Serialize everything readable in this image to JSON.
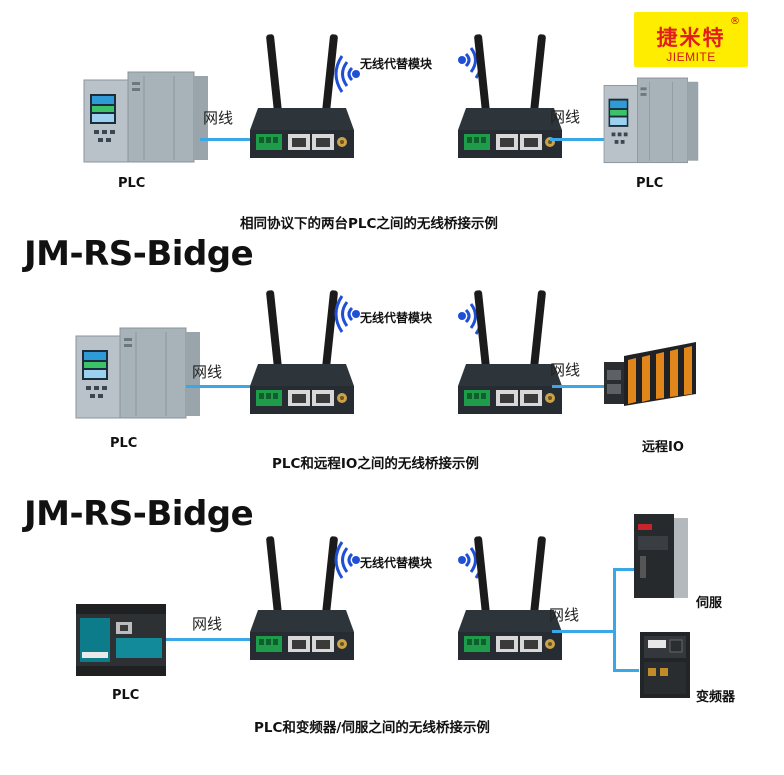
{
  "logo": {
    "cn": "捷米特",
    "en": "JIEMITE",
    "reg": "®"
  },
  "wireless_label": "无线代替模块",
  "link_label": "网线",
  "section1": {
    "left_device": "PLC",
    "right_device": "PLC",
    "caption": "相同协议下的两台PLC之间的无线桥接示例"
  },
  "section2": {
    "heading": "JM-RS-Bidge",
    "left_device": "PLC",
    "right_device": "远程IO",
    "caption": "PLC和远程IO之间的无线桥接示例"
  },
  "section3": {
    "heading": "JM-RS-Bidge",
    "left_device": "PLC",
    "right_device_top": "伺服",
    "right_device_bottom": "变频器",
    "caption": "PLC和变频器/伺服之间的无线桥接示例"
  }
}
